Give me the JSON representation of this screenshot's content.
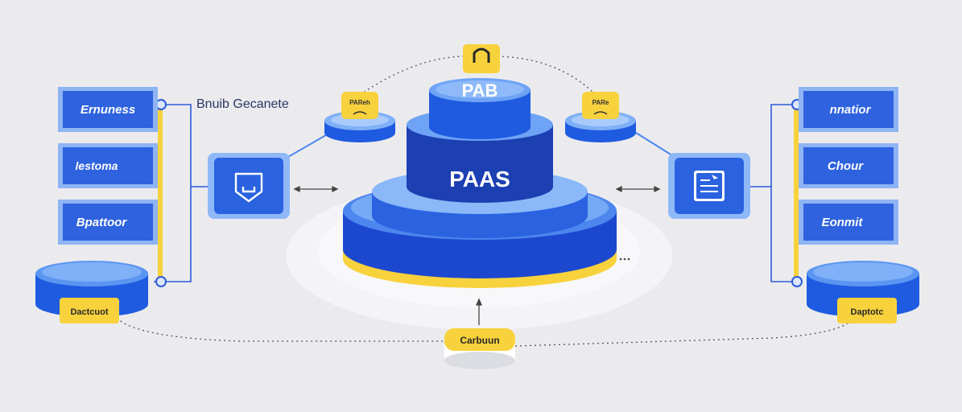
{
  "header": {
    "caption": "Bnuib Gecanete"
  },
  "platform": {
    "top_label": "PAB",
    "middle_label": "PAAS"
  },
  "small_platforms": [
    {
      "badge": "PAReh"
    },
    {
      "badge": "PARe"
    }
  ],
  "left_boxes": [
    {
      "label": "Ernuness"
    },
    {
      "label": "lestoma"
    },
    {
      "label": "Bpattoor"
    }
  ],
  "right_boxes": [
    {
      "label": "nnatior"
    },
    {
      "label": "Chour"
    },
    {
      "label": "Eonmit"
    }
  ],
  "databases": {
    "left": {
      "label": "Dactcuot"
    },
    "right": {
      "label": "Daptotc"
    }
  },
  "bottom_node": {
    "label": "Carbuun"
  },
  "connectors_icon": {
    "top": "lock-icon",
    "left": "shield-icon",
    "right": "document-icon"
  },
  "colors": {
    "background": "#ebebee",
    "primary_blue": "#1f5be0",
    "light_blue": "#6fa8f5",
    "dark_blue": "#1a3fb8",
    "accent_yellow": "#f8d23c"
  }
}
